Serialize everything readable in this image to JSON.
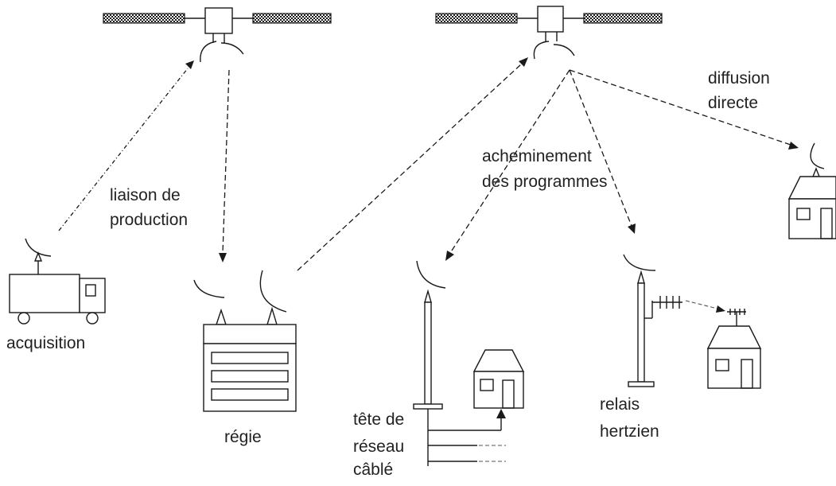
{
  "labels": {
    "acquisition": "acquisition",
    "liaison_line1": "liaison de",
    "liaison_line2": "production",
    "regie": "régie",
    "acheminement_line1": "acheminement",
    "acheminement_line2": "des programmes",
    "diffusion_line1": "diffusion",
    "diffusion_line2": "directe",
    "relais_line1": "relais",
    "relais_line2": "hertzien",
    "tete_line1": "tête de",
    "tete_line2": "réseau",
    "tete_line3": "câblé"
  },
  "colors": {
    "ink": "#1a1a1a",
    "background": "#ffffff"
  }
}
